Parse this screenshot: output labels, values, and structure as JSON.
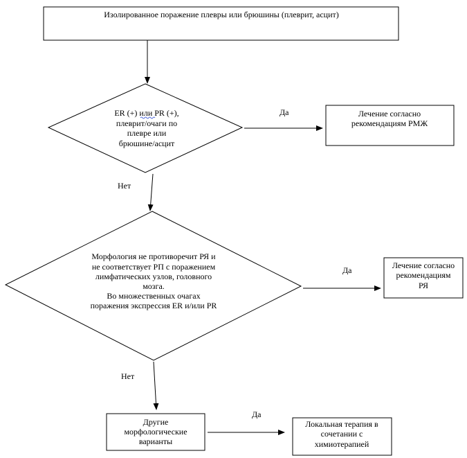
{
  "nodes": {
    "start": {
      "lines": [
        "Изолированное поражение плевры или брюшины (плеврит, асцит)"
      ]
    },
    "decision1": {
      "lines": [
        "ER (+)  или PR (+),",
        "плеврит/очаги по",
        "плевре или",
        "брюшине/асцит"
      ]
    },
    "result1": {
      "lines": [
        "Лечение согласно",
        "рекомендациям РМЖ"
      ]
    },
    "decision2": {
      "lines": [
        "Морфология не противоречит РЯ и",
        "не соответствует РП с поражением",
        "лимфатических узлов, головного",
        "мозга.",
        "Во множественных очагах",
        "поражения экспрессия ER и/или PR"
      ]
    },
    "result2": {
      "lines": [
        "Лечение согласно",
        "рекомендациям",
        "РЯ"
      ]
    },
    "other": {
      "lines": [
        "Другие",
        "морфологические",
        "варианты"
      ]
    },
    "result3": {
      "lines": [
        "Локальная терапия в",
        "сочетании с",
        "химиотерапией"
      ]
    }
  },
  "edges": {
    "yes1": "Да",
    "no1": "Нет",
    "yes2": "Да",
    "no2": "Нет",
    "yes3": "Да"
  }
}
